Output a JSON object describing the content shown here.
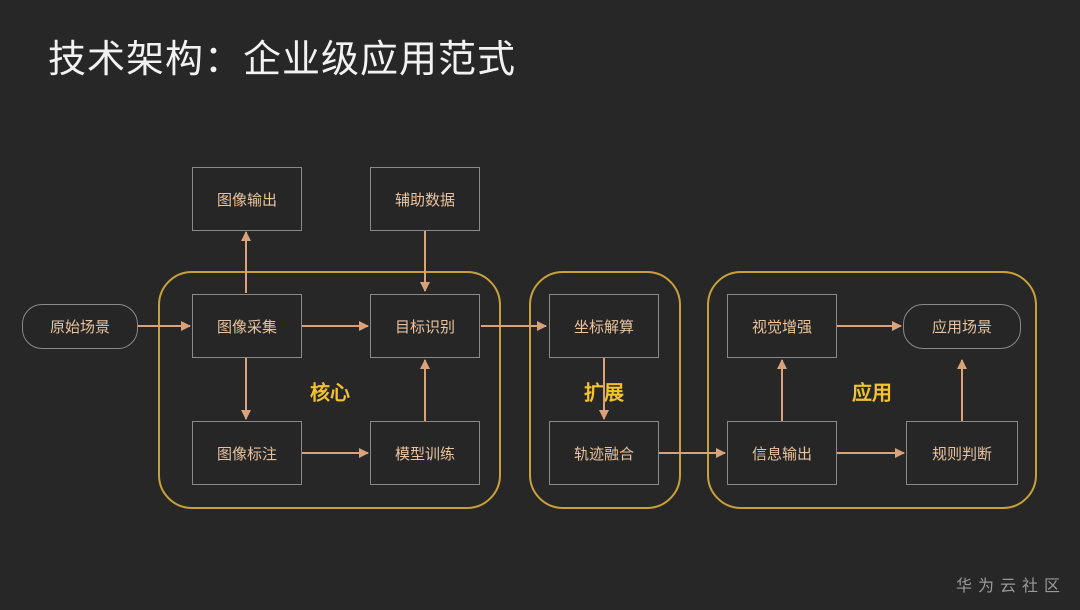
{
  "title": "技术架构：企业级应用范式",
  "groups": {
    "core": "核心",
    "extend": "扩展",
    "apply": "应用"
  },
  "nodes": {
    "raw_scene": "原始场景",
    "image_output": "图像输出",
    "aux_data": "辅助数据",
    "image_capture": "图像采集",
    "target_recognition": "目标识别",
    "coord_solve": "坐标解算",
    "visual_enhance": "视觉增强",
    "app_scene": "应用场景",
    "image_label": "图像标注",
    "model_train": "模型训练",
    "track_fusion": "轨迹融合",
    "info_output": "信息输出",
    "rule_judge": "规则判断"
  },
  "watermark": "华为云社区",
  "colors": {
    "background": "#272727",
    "group_border": "#c9a13a",
    "group_label": "#f2c230",
    "node_text": "#e9c39e",
    "arrow": "#d9a27a"
  }
}
